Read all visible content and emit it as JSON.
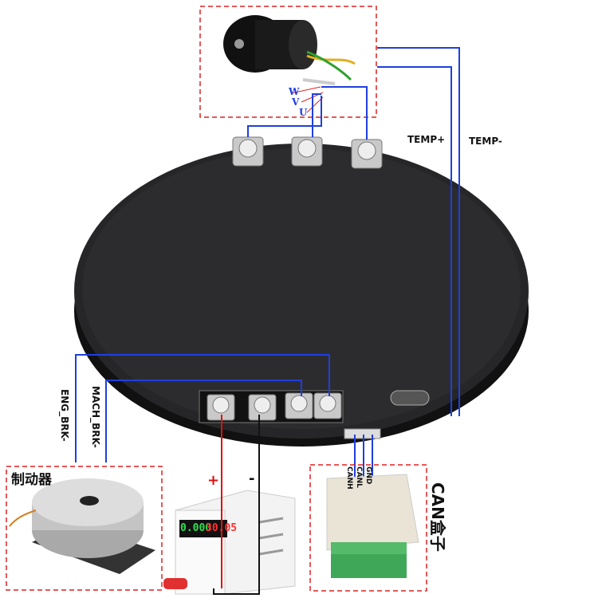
{
  "motor": {
    "phase_labels": [
      "W",
      "V",
      "U"
    ]
  },
  "signals": {
    "temp_plus": "TEMP+",
    "temp_minus": "TEMP-",
    "eng_brk": "ENG_BRK-",
    "mach_brk": "MACH_BRK-"
  },
  "brake": {
    "title": "制动器"
  },
  "power_supply": {
    "plus": "+",
    "minus": "-",
    "current_display": "0.000",
    "voltage_display": "30.05"
  },
  "can_box": {
    "title": "CAN盒子",
    "pins": [
      "CANH",
      "CANL",
      "GND"
    ]
  },
  "colors": {
    "wire_blue": "#1f3fe0",
    "wire_red": "#e01010",
    "wire_black": "#111111",
    "box_dash": "#e02020",
    "puck": "#1c1c1e"
  }
}
